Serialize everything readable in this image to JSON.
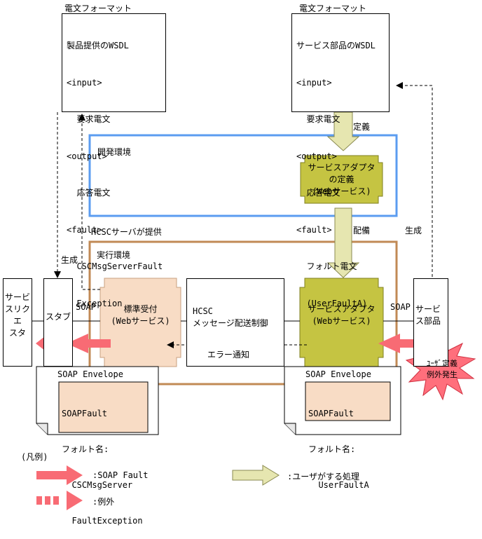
{
  "left_format": {
    "header": "電文フォーマット",
    "lines": [
      "製品提供のWSDL",
      "<input>",
      "  要求電文",
      "<output>",
      "  応答電文",
      "<fault>",
      "  CSCMsgServerFault",
      "  Exception"
    ]
  },
  "right_format": {
    "header": "電文フォーマット",
    "lines": [
      "サービス部品のWSDL",
      "<input>",
      "  要求電文",
      "<output>",
      "  応答電文",
      "<fault>",
      "  フォルト電文",
      "  (UserFaultA)"
    ]
  },
  "labels": {
    "define": "定義",
    "deploy": "配備",
    "generate_right": "生成",
    "generate_left": "生成",
    "hcsc_provided": "HCSCサーバが提供",
    "dev_env": "開発環境",
    "run_env": "実行環境",
    "soap_left": "SOAP",
    "soap_right": "SOAP",
    "error_notice": "エラー通知"
  },
  "adapter_def": {
    "line1": "サービスアダプタ",
    "line2": "の定義",
    "line3": "(Webサービス)"
  },
  "adapter_run": {
    "line1": "サービスアダプタ",
    "line2": "(Webサービス)"
  },
  "standard_receiver": {
    "line1": "標準受付",
    "line2": "(Webサービス)"
  },
  "hcsc_router": {
    "line1": "HCSC",
    "line2": "メッセージ配送制御"
  },
  "requester": {
    "line1": "サービ",
    "line2": "スリク",
    "line3": "エ",
    "line4": "スタ"
  },
  "stub": {
    "label": "スタブ"
  },
  "service_component": {
    "line1": "サービ",
    "line2": "ス部品"
  },
  "user_exception": {
    "line1": "ﾕｰｻﾞ定義",
    "line2": "例外発生"
  },
  "envelope_left": {
    "title": "SOAP Envelope",
    "lines": [
      "SOAPFault",
      "フォルト名:",
      "  CSCMsgServer",
      "  FaultException"
    ]
  },
  "envelope_right": {
    "title": "SOAP Envelope",
    "lines": [
      "SOAPFault",
      "フォルト名:",
      "  UserFaultA"
    ]
  },
  "legend": {
    "title": "(凡例)",
    "soap_fault": ":SOAP Fault",
    "exception": ":例外",
    "user_process": ":ユーザがする処理"
  },
  "colors": {
    "fault_arrow": "#f86b74",
    "user_arrow": "#e6e6b0",
    "adapter": "#c5c442",
    "receiver": "#f8dcc5",
    "dev_border": "#5b9cf0",
    "run_border": "#c18a55",
    "burst": "#ff6f7c"
  }
}
